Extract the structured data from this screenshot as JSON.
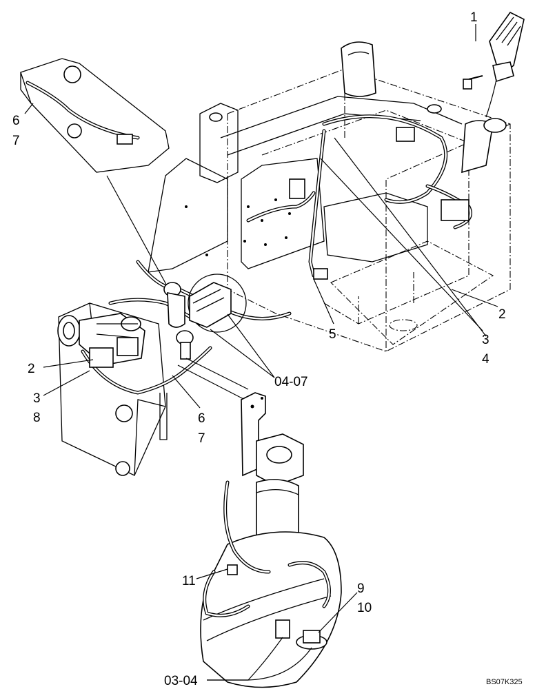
{
  "diagram": {
    "callouts": [
      {
        "id": "c1",
        "text": "1"
      },
      {
        "id": "c2a",
        "text": "2"
      },
      {
        "id": "c3a",
        "text": "3"
      },
      {
        "id": "c4",
        "text": "4"
      },
      {
        "id": "c5",
        "text": "5"
      },
      {
        "id": "c6a",
        "text": "6"
      },
      {
        "id": "c7a",
        "text": "7"
      },
      {
        "id": "c2b",
        "text": "2"
      },
      {
        "id": "c3b",
        "text": "3"
      },
      {
        "id": "c8",
        "text": "8"
      },
      {
        "id": "c0407",
        "text": "04-07"
      },
      {
        "id": "c6b",
        "text": "6"
      },
      {
        "id": "c7b",
        "text": "7"
      },
      {
        "id": "c11",
        "text": "11"
      },
      {
        "id": "c9",
        "text": "9"
      },
      {
        "id": "c10",
        "text": "10"
      },
      {
        "id": "c0304",
        "text": "03-04"
      }
    ],
    "reference_code": "BS07K325"
  }
}
